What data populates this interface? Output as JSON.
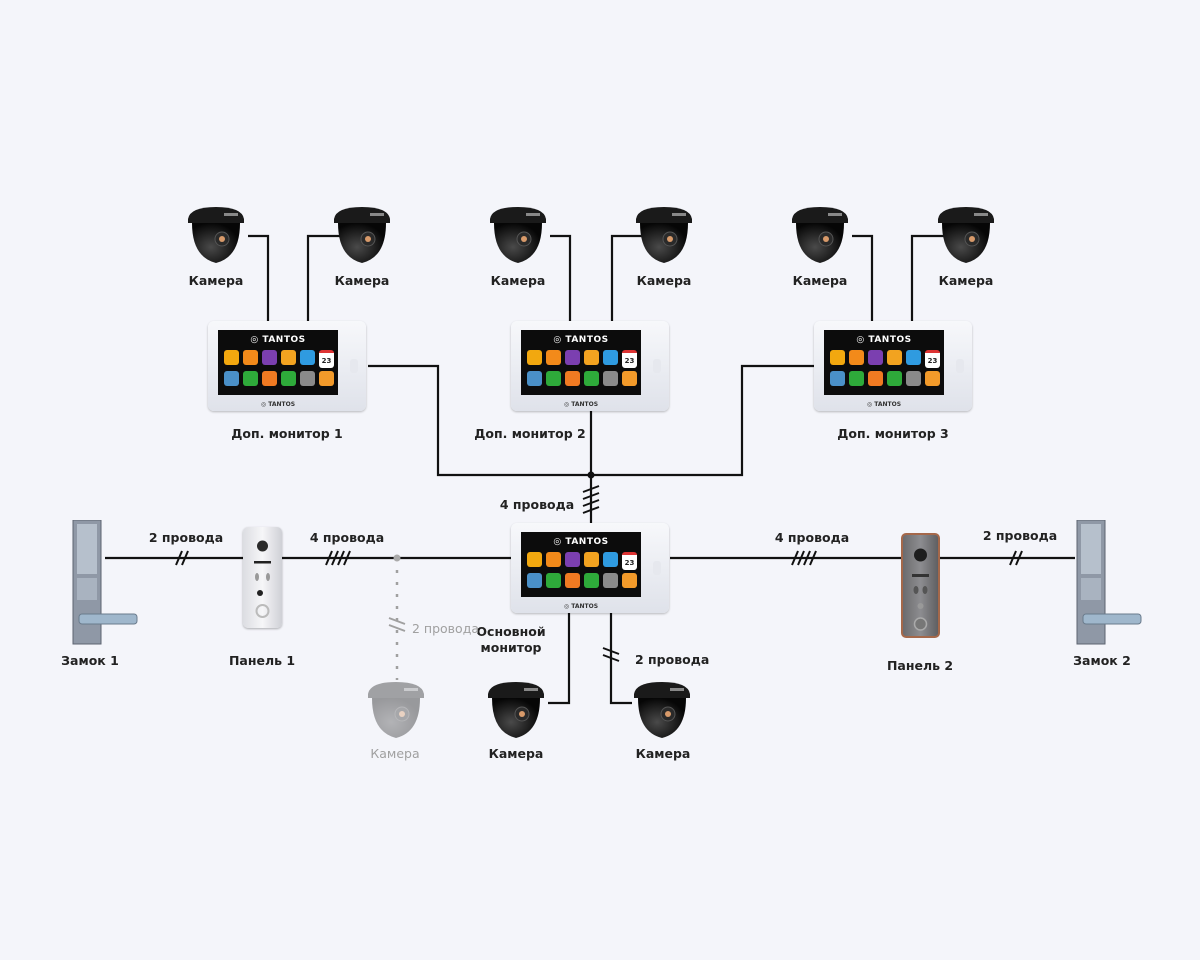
{
  "diagram": {
    "brand": "TANTOS",
    "colors": {
      "background": "#f4f5fa",
      "wire": "#111111",
      "optional_wire": "#a0a0a0",
      "screen": "#0c0c0c",
      "app_icons": [
        "#f2a80f",
        "#f28a1a",
        "#7b3fb0",
        "#f2a320",
        "#2f9be0",
        "#ffffff",
        "#4a90c8",
        "#2eaa3a",
        "#f07a22",
        "#2eaa3a",
        "#8a8a8a",
        "#f29a2a"
      ]
    },
    "app_icon_glyphs": [
      "flower",
      "oval",
      "person",
      "grid",
      "mail",
      "23",
      "door",
      "phone",
      "image",
      "headphones",
      "gear",
      "mic"
    ],
    "nodes": {
      "cameras": [
        {
          "id": "cam-m1-left",
          "label": "Камера",
          "optional": false
        },
        {
          "id": "cam-m1-right",
          "label": "Камера",
          "optional": false
        },
        {
          "id": "cam-m2-left",
          "label": "Камера",
          "optional": false
        },
        {
          "id": "cam-m2-right",
          "label": "Камера",
          "optional": false
        },
        {
          "id": "cam-m3-left",
          "label": "Камера",
          "optional": false
        },
        {
          "id": "cam-m3-right",
          "label": "Камера",
          "optional": false
        },
        {
          "id": "cam-optional",
          "label": "Камера",
          "optional": true
        },
        {
          "id": "cam-main-left",
          "label": "Камера",
          "optional": false
        },
        {
          "id": "cam-main-right",
          "label": "Камера",
          "optional": false
        }
      ],
      "monitors": [
        {
          "id": "monitor-1",
          "label": "Доп. монитор 1"
        },
        {
          "id": "monitor-2",
          "label": "Доп. монитор 2"
        },
        {
          "id": "monitor-3",
          "label": "Доп. монитор 3"
        },
        {
          "id": "main-monitor",
          "label": "Основной монитор",
          "label_lines": [
            "Основной",
            "монитор"
          ]
        }
      ],
      "panels": [
        {
          "id": "panel-1",
          "label": "Панель 1",
          "finish": "silver"
        },
        {
          "id": "panel-2",
          "label": "Панель 2",
          "finish": "bronze"
        }
      ],
      "locks": [
        {
          "id": "lock-1",
          "label": "Замок 1"
        },
        {
          "id": "lock-2",
          "label": "Замок 2"
        }
      ]
    },
    "connections": [
      {
        "from": "lock-1",
        "to": "panel-1",
        "wires": 2,
        "label": "2 провода"
      },
      {
        "from": "panel-1",
        "to": "main-monitor",
        "wires": 4,
        "label": "4 провода"
      },
      {
        "from": "main-monitor",
        "to": "panel-2",
        "wires": 4,
        "label": "4 провода"
      },
      {
        "from": "panel-2",
        "to": "lock-2",
        "wires": 2,
        "label": "2 провода"
      },
      {
        "from": "main-monitor",
        "to": "bus",
        "wires": 4,
        "label": "4 провода"
      },
      {
        "from": "bus",
        "to": "monitor-1"
      },
      {
        "from": "bus",
        "to": "monitor-2"
      },
      {
        "from": "bus",
        "to": "monitor-3"
      },
      {
        "from": "main-monitor",
        "to": "cam-main-left"
      },
      {
        "from": "main-monitor",
        "to": "cam-main-right",
        "wires": 2,
        "label": "2 провода"
      },
      {
        "from": "panel-1-line",
        "to": "cam-optional",
        "wires": 2,
        "label": "2 провода",
        "optional": true
      },
      {
        "from": "monitor-1",
        "to": "cam-m1-left"
      },
      {
        "from": "monitor-1",
        "to": "cam-m1-right"
      },
      {
        "from": "monitor-2",
        "to": "cam-m2-left"
      },
      {
        "from": "monitor-2",
        "to": "cam-m2-right"
      },
      {
        "from": "monitor-3",
        "to": "cam-m3-left"
      },
      {
        "from": "monitor-3",
        "to": "cam-m3-right"
      }
    ]
  }
}
